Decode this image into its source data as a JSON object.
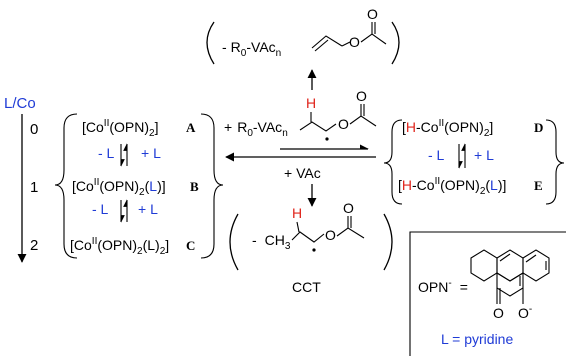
{
  "scheme": {
    "axis": {
      "lco": "L/Co",
      "n0": "0",
      "n1": "1",
      "n2": "2"
    },
    "species": {
      "A": {
        "open": "[Co",
        "ox": "II",
        "mid": "(OPN)",
        "sub": "2",
        "close": "]",
        "letter": "A"
      },
      "B": {
        "open": "[Co",
        "ox": "II",
        "mid": "(OPN)",
        "sub": "2",
        "lp": "(",
        "L": "L",
        "rp": ")",
        "close": "]",
        "letter": "B"
      },
      "C": {
        "open": "[Co",
        "ox": "II",
        "mid": "(OPN)",
        "sub": "2",
        "lp": "(L)",
        "sub2": "2",
        "close": "]",
        "letter": "C"
      },
      "D": {
        "H": "H",
        "rest": "-Co",
        "ox": "II",
        "mid": "(OPN)",
        "sub": "2",
        "close": "]",
        "letter": "D",
        "lb": "["
      },
      "E": {
        "H": "H",
        "rest": "-Co",
        "ox": "II",
        "mid": "(OPN)",
        "sub": "2",
        "lp": "(",
        "L": "L",
        "rp": ")",
        "close": "]",
        "letter": "E",
        "lb": "["
      }
    },
    "equilibria": {
      "minus_L": "- L",
      "plus_L": "+ L"
    },
    "center": {
      "plus": "+",
      "R0": "R",
      "R0sub": "0",
      "vac": "-VAc",
      "n": "n",
      "H": "H",
      "plus_vac": "+ VAc"
    },
    "top_product": {
      "minus": "-",
      "R0": "R",
      "R0sub": "0",
      "vac": "-VAc",
      "n": "n"
    },
    "cct": {
      "minus": "-",
      "CH": "CH",
      "sub3": "3",
      "H": "H",
      "label": "CCT"
    },
    "legend": {
      "opn": "OPN",
      "charge": "-",
      "eq": "=",
      "O": "O",
      "Ominus": "O",
      "minus": "-",
      "L_def": "L = pyridine"
    }
  },
  "colors": {
    "blue": "#1f3bd6",
    "red": "#e0241b",
    "black": "#000000"
  }
}
